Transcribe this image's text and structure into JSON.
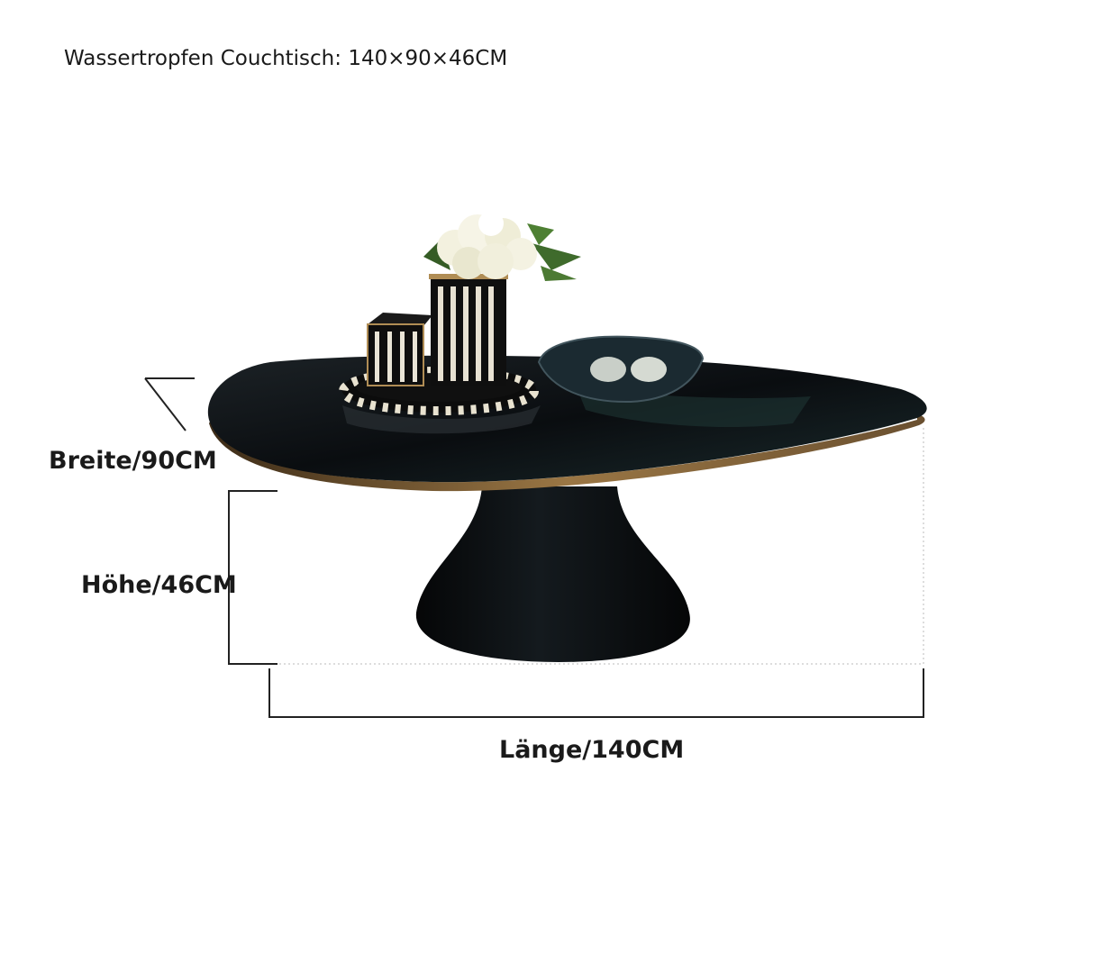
{
  "product": {
    "title": "Wassertropfen Couchtisch: 140×90×46CM"
  },
  "dimensions": {
    "width_label": "Breite/90CM",
    "height_label": "Höhe/46CM",
    "length_label": "Länge/140CM"
  },
  "colors": {
    "table_black": "#0b0d10",
    "gold_trim": "#8a6a3c",
    "dimension_line": "#222222"
  }
}
